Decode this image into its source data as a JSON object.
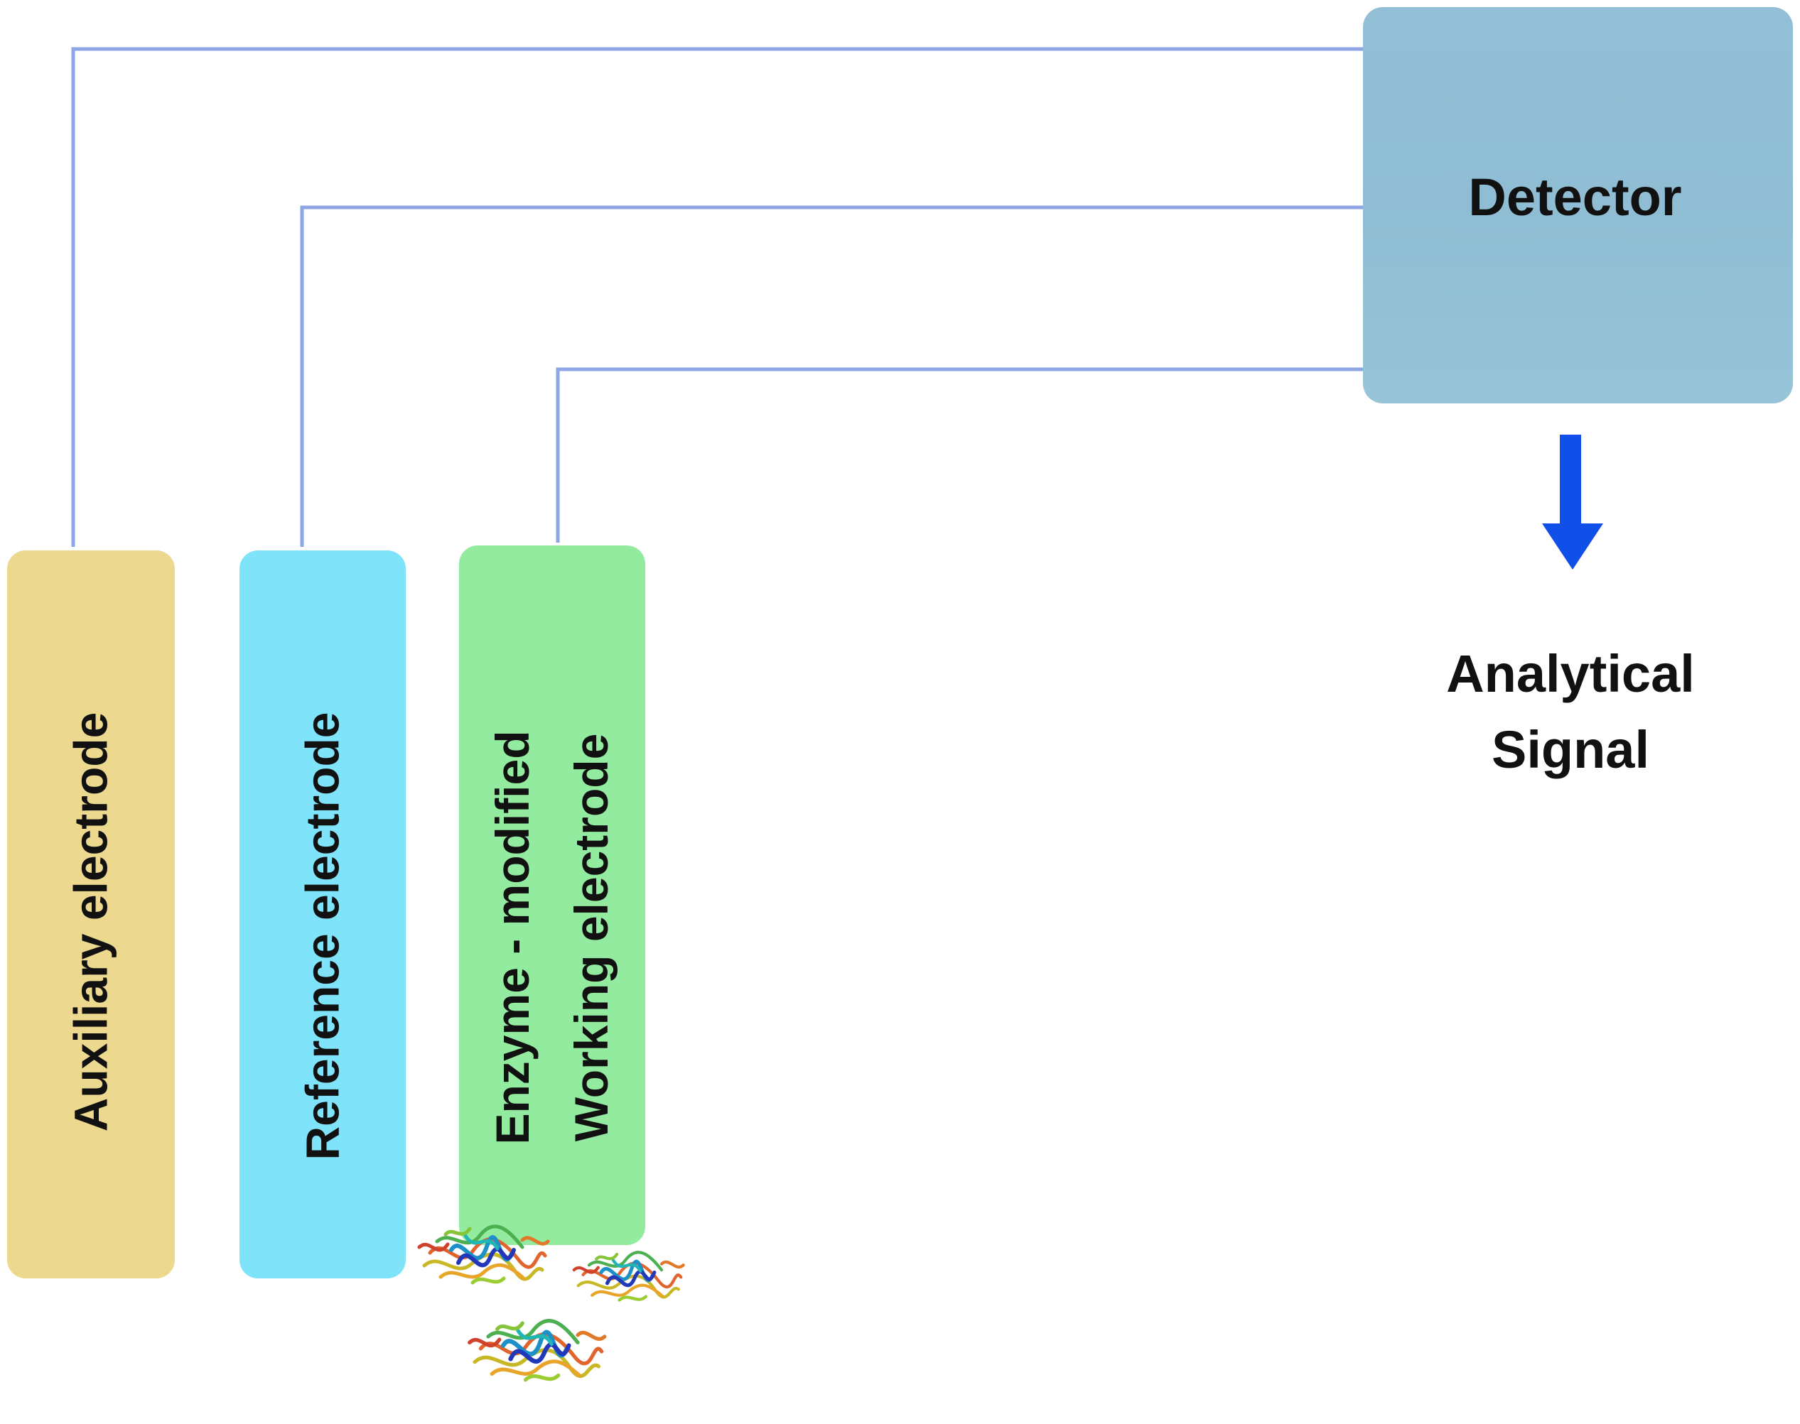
{
  "electrodes": [
    {
      "id": "auxiliary",
      "lines": [
        "Auxiliary electrode"
      ],
      "color": "#ecd88e"
    },
    {
      "id": "reference",
      "lines": [
        "Reference electrode"
      ],
      "color": "#7fe3fa"
    },
    {
      "id": "working",
      "lines": [
        "Enzyme - modified",
        "Working electrode"
      ],
      "color": "#93eb9f"
    }
  ],
  "detector": {
    "label": "Detector",
    "color": "#93bfd6"
  },
  "output": {
    "lines": [
      "Analytical",
      "Signal"
    ],
    "arrow_color": "#1150e8"
  },
  "wire_color": "#8ea6e6",
  "enzyme_icon": "enzyme-protein-structure-icon"
}
